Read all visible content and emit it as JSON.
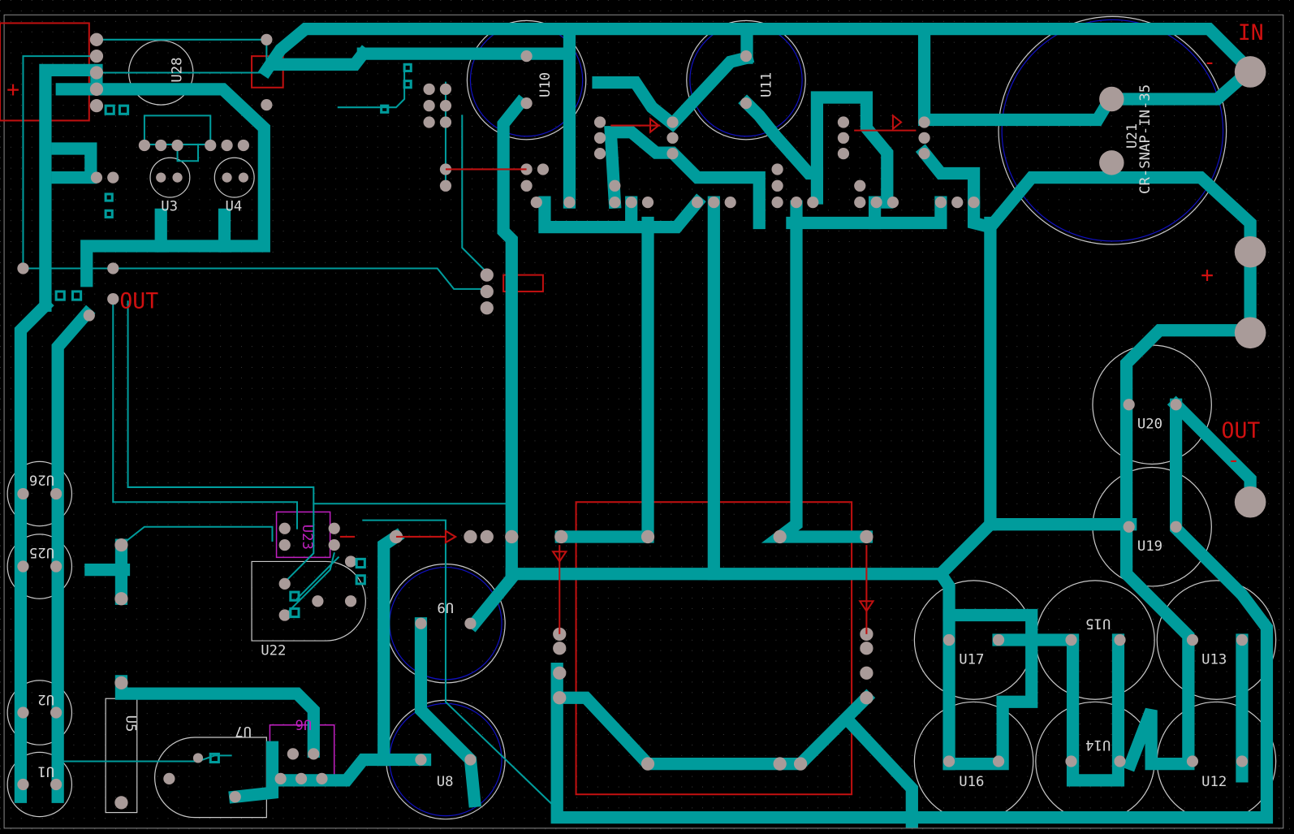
{
  "board": {
    "colors": {
      "background": "#000000",
      "trace": "#009c9c",
      "pad": "#a99b99",
      "silkscreen": "#d8d8d8",
      "fab": "#d01010",
      "courtyard": "#1010c0",
      "highlight": "#c020c0"
    },
    "markers": {
      "in_label": "IN",
      "out_label_top": "OUT",
      "out_label_right": "OUT",
      "plus": "+",
      "minus": "-"
    },
    "components": {
      "u1": "U1",
      "u2": "U2",
      "u3": "U3",
      "u4": "U4",
      "u5": "U5",
      "u6": "U6",
      "u7": "U7",
      "u8": "U8",
      "u9": "U9",
      "u10": "U10",
      "u11": "U11",
      "u12": "U12",
      "u13": "U13",
      "u14": "U14",
      "u15": "U15",
      "u16": "U16",
      "u17": "U17",
      "u19": "U19",
      "u20": "U20",
      "u21": "U21",
      "u21_value": "CR-SNAP-IN-35",
      "u22": "U22",
      "u23": "U23",
      "u25": "U25",
      "u26": "U26",
      "u28": "U28"
    }
  }
}
